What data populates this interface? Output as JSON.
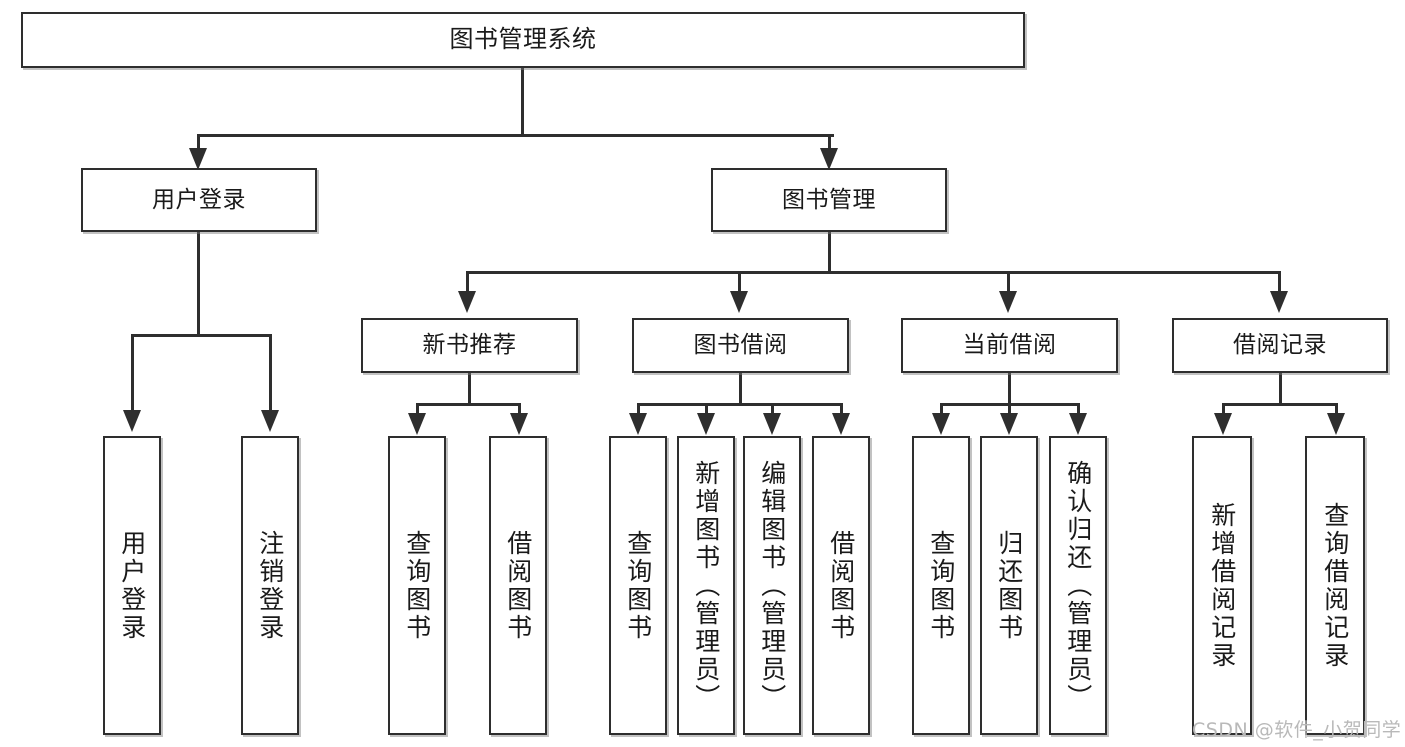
{
  "diagram": {
    "type": "tree-hierarchy",
    "title": "图书管理系统",
    "watermark": "CSDN @软件_小贺同学",
    "colors": {
      "stroke": "#2e2e2e",
      "fill": "#ffffff",
      "text": "#1a1a1a",
      "watermark": "#b9b9b9"
    },
    "nodes": {
      "root": {
        "label": "图书管理系统",
        "tier": 0
      },
      "user_login": {
        "label": "用户登录",
        "tier": 1
      },
      "book_manage": {
        "label": "图书管理",
        "tier": 1
      },
      "new_book_rec": {
        "label": "新书推荐",
        "tier": 2
      },
      "book_borrow": {
        "label": "图书借阅",
        "tier": 2
      },
      "current_borrow": {
        "label": "当前借阅",
        "tier": 2
      },
      "borrow_record": {
        "label": "借阅记录",
        "tier": 2
      },
      "leaf_user_login": {
        "label": "用户登录",
        "tier": 3
      },
      "leaf_user_logout": {
        "label": "注销登录",
        "tier": 3
      },
      "leaf_query_book_a": {
        "label": "查询图书",
        "tier": 3
      },
      "leaf_borrow_book_a": {
        "label": "借阅图书",
        "tier": 3
      },
      "leaf_query_book_b": {
        "label": "查询图书",
        "tier": 3
      },
      "leaf_add_book": {
        "label": "新增图书（管理员）",
        "tier": 3
      },
      "leaf_edit_book": {
        "label": "编辑图书（管理员）",
        "tier": 3
      },
      "leaf_borrow_book_b": {
        "label": "借阅图书",
        "tier": 3
      },
      "leaf_query_book_c": {
        "label": "查询图书",
        "tier": 3
      },
      "leaf_return_book": {
        "label": "归还图书",
        "tier": 3
      },
      "leaf_confirm_return": {
        "label": "确认归还（管理员）",
        "tier": 3
      },
      "leaf_add_record": {
        "label": "新增借阅记录",
        "tier": 3
      },
      "leaf_query_record": {
        "label": "查询借阅记录",
        "tier": 3
      }
    },
    "edges": [
      {
        "from": "root",
        "to": "user_login"
      },
      {
        "from": "root",
        "to": "book_manage"
      },
      {
        "from": "book_manage",
        "to": "new_book_rec"
      },
      {
        "from": "book_manage",
        "to": "book_borrow"
      },
      {
        "from": "book_manage",
        "to": "current_borrow"
      },
      {
        "from": "book_manage",
        "to": "borrow_record"
      },
      {
        "from": "user_login",
        "to": "leaf_user_login"
      },
      {
        "from": "user_login",
        "to": "leaf_user_logout"
      },
      {
        "from": "new_book_rec",
        "to": "leaf_query_book_a"
      },
      {
        "from": "new_book_rec",
        "to": "leaf_borrow_book_a"
      },
      {
        "from": "book_borrow",
        "to": "leaf_query_book_b"
      },
      {
        "from": "book_borrow",
        "to": "leaf_add_book"
      },
      {
        "from": "book_borrow",
        "to": "leaf_edit_book"
      },
      {
        "from": "book_borrow",
        "to": "leaf_borrow_book_b"
      },
      {
        "from": "current_borrow",
        "to": "leaf_query_book_c"
      },
      {
        "from": "current_borrow",
        "to": "leaf_return_book"
      },
      {
        "from": "current_borrow",
        "to": "leaf_confirm_return"
      },
      {
        "from": "borrow_record",
        "to": "leaf_add_record"
      },
      {
        "from": "borrow_record",
        "to": "leaf_query_record"
      }
    ]
  }
}
